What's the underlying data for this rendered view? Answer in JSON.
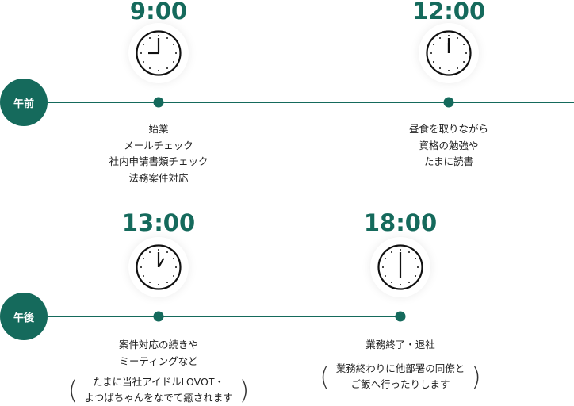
{
  "morning": {
    "label": "午前",
    "events": [
      {
        "time": "9:00",
        "hour": 9,
        "minute": 0,
        "lines": [
          "始業",
          "メールチェック",
          "社内申請書類チェック",
          "法務案件対応"
        ]
      },
      {
        "time": "12:00",
        "hour": 12,
        "minute": 0,
        "lines": [
          "昼食を取りながら",
          "資格の勉強や",
          "たまに読書"
        ]
      }
    ]
  },
  "afternoon": {
    "label": "午後",
    "events": [
      {
        "time": "13:00",
        "hour": 13,
        "minute": 0,
        "lines": [
          "案件対応の続きや",
          "ミーティングなど"
        ],
        "note": [
          "たまに当社アイドルLOVOT・",
          "よつばちゃんをなでて癒されます"
        ]
      },
      {
        "time": "18:00",
        "hour": 18,
        "minute": 0,
        "lines": [
          "業務終了・退社"
        ],
        "note": [
          "業務終わりに他部署の同僚と",
          "ご飯へ行ったりします"
        ]
      }
    ]
  },
  "colors": {
    "accent": "#156a5c"
  }
}
